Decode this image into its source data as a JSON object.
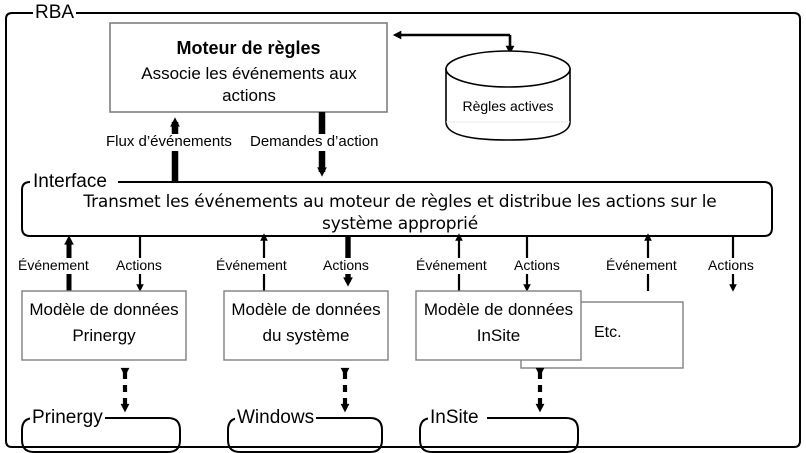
{
  "diagram": {
    "type": "block-architecture-diagram",
    "language": "fr",
    "outer_group_label": "RBA",
    "engine": {
      "title": "Moteur de règles",
      "subtitle_line1": "Associe les événements aux",
      "subtitle_line2": "actions"
    },
    "datastore": {
      "label": "Règles actives",
      "shape": "cylinder"
    },
    "engine_flows": {
      "up_label": "Flux d’événements",
      "down_label": "Demandes d’action"
    },
    "interface": {
      "group_label": "Interface",
      "description_line1": "Transmet les événements au moteur de règles et distribue les actions sur le",
      "description_line2": "système approprié"
    },
    "channels": [
      {
        "event_label": "Événement",
        "action_label": "Actions",
        "model_line1": "Modèle de données",
        "model_line2": "Prinergy",
        "system_label": "Prinergy"
      },
      {
        "event_label": "Événement",
        "action_label": "Actions",
        "model_line1": "Modèle de données",
        "model_line2": "du système",
        "system_label": "Windows"
      },
      {
        "event_label": "Événement",
        "action_label": "Actions",
        "model_line1": "Modèle de données",
        "model_line2": "InSite",
        "system_label": "InSite"
      },
      {
        "event_label": "Événement",
        "action_label": "Actions",
        "model_line1": "Etc.",
        "model_line2": "",
        "system_label": ""
      }
    ],
    "etc_box_label": "Etc.",
    "colors": {
      "stroke": "#000000",
      "box_stroke": "#7f7f7f",
      "background": "#ffffff",
      "text": "#000000"
    }
  }
}
